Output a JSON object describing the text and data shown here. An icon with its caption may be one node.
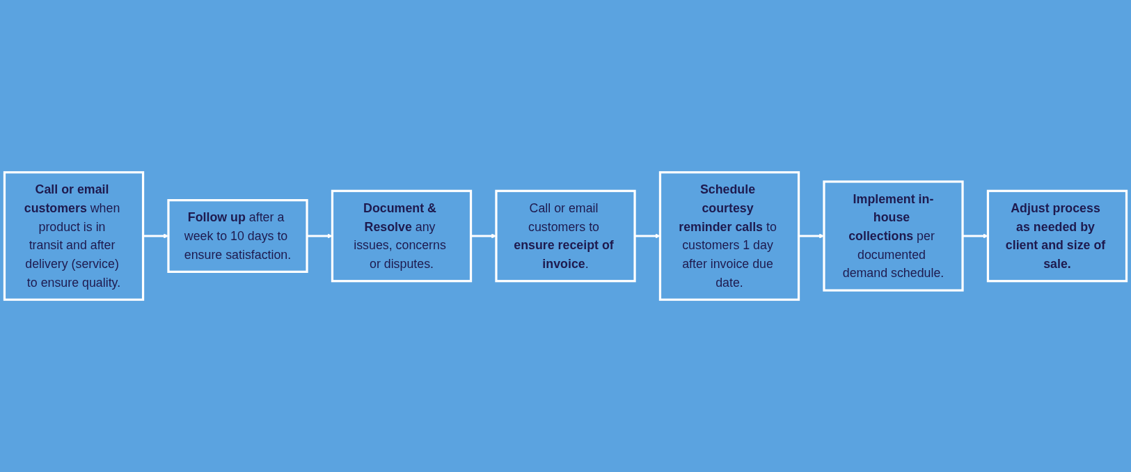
{
  "diagram": {
    "nodes": [
      {
        "text": [
          "**Call or email customers** when product is in transit and after delivery (service) to ensure quality."
        ]
      },
      {
        "text": [
          "**Follow up** after a week to 10 days to ensure satisfaction."
        ]
      },
      {
        "text": [
          "**Document & Resolve** any issues, concerns or disputes."
        ]
      },
      {
        "text": [
          "Call or email customers to **ensure receipt of invoice**."
        ]
      },
      {
        "text": [
          "**Schedule courtesy reminder calls** to customers 1 day after invoice due date."
        ]
      },
      {
        "text": [
          "**Implement in-house collections** per documented demand schedule."
        ]
      },
      {
        "text": [
          "Adjust process as needed by client and size of sale."
        ]
      }
    ],
    "edges": [
      {
        "from": 0,
        "to": 1,
        "arrow": "to"
      },
      {
        "from": 1,
        "to": 2,
        "arrow": "to"
      },
      {
        "from": 2,
        "to": 3,
        "arrow": "to"
      },
      {
        "from": 3,
        "to": 4,
        "arrow": "to"
      },
      {
        "from": 4,
        "to": 5,
        "arrow": "to"
      },
      {
        "from": 5,
        "to": 6,
        "arrow": "to"
      }
    ]
  }
}
